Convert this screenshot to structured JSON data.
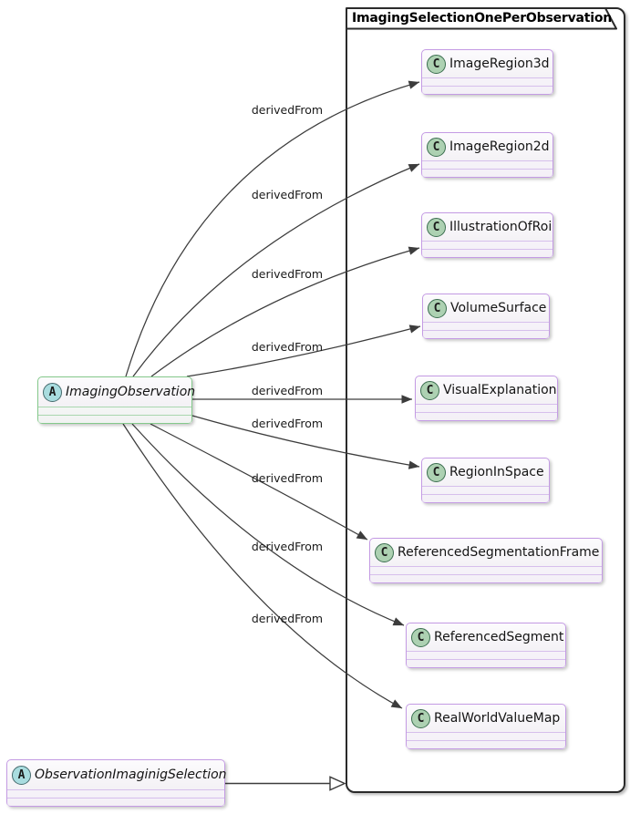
{
  "diagram": {
    "frame": {
      "title": "ImagingSelectionOnePerObservation"
    },
    "nodes": {
      "imaging_observation": {
        "name": "ImagingObservation",
        "stereotype": "A",
        "kind": "abstract"
      },
      "observation_imaginig_selection": {
        "name": "ObservationImaginigSelection",
        "stereotype": "A",
        "kind": "abstract"
      },
      "classes": [
        {
          "name": "ImageRegion3d",
          "stereotype": "C"
        },
        {
          "name": "ImageRegion2d",
          "stereotype": "C"
        },
        {
          "name": "IllustrationOfRoi",
          "stereotype": "C"
        },
        {
          "name": "VolumeSurface",
          "stereotype": "C"
        },
        {
          "name": "VisualExplanation",
          "stereotype": "C"
        },
        {
          "name": "RegionInSpace",
          "stereotype": "C"
        },
        {
          "name": "ReferencedSegmentationFrame",
          "stereotype": "C"
        },
        {
          "name": "ReferencedSegment",
          "stereotype": "C"
        },
        {
          "name": "RealWorldValueMap",
          "stereotype": "C"
        }
      ]
    },
    "edges": {
      "derived_from": [
        {
          "from": "ImagingObservation",
          "to": "ImageRegion3d",
          "label": "derivedFrom"
        },
        {
          "from": "ImagingObservation",
          "to": "ImageRegion2d",
          "label": "derivedFrom"
        },
        {
          "from": "ImagingObservation",
          "to": "IllustrationOfRoi",
          "label": "derivedFrom"
        },
        {
          "from": "ImagingObservation",
          "to": "VolumeSurface",
          "label": "derivedFrom"
        },
        {
          "from": "ImagingObservation",
          "to": "VisualExplanation",
          "label": "derivedFrom"
        },
        {
          "from": "ImagingObservation",
          "to": "RegionInSpace",
          "label": "derivedFrom"
        },
        {
          "from": "ImagingObservation",
          "to": "ReferencedSegmentationFrame",
          "label": "derivedFrom"
        },
        {
          "from": "ImagingObservation",
          "to": "ReferencedSegment",
          "label": "derivedFrom"
        },
        {
          "from": "ImagingObservation",
          "to": "RealWorldValueMap",
          "label": "derivedFrom"
        }
      ],
      "generalization": {
        "from": "ObservationImaginigSelection",
        "to": "ImagingSelectionOnePerObservation",
        "arrow": "hollow-triangle"
      }
    },
    "colors": {
      "class_border": "#C49BE4",
      "abstract_box_border": "#84C98B",
      "class_icon_bg": "#ADD1B2",
      "abstract_icon_bg": "#A9DCDF",
      "frame_border": "#2B2B2B",
      "arrow": "#3C3C3C"
    }
  }
}
